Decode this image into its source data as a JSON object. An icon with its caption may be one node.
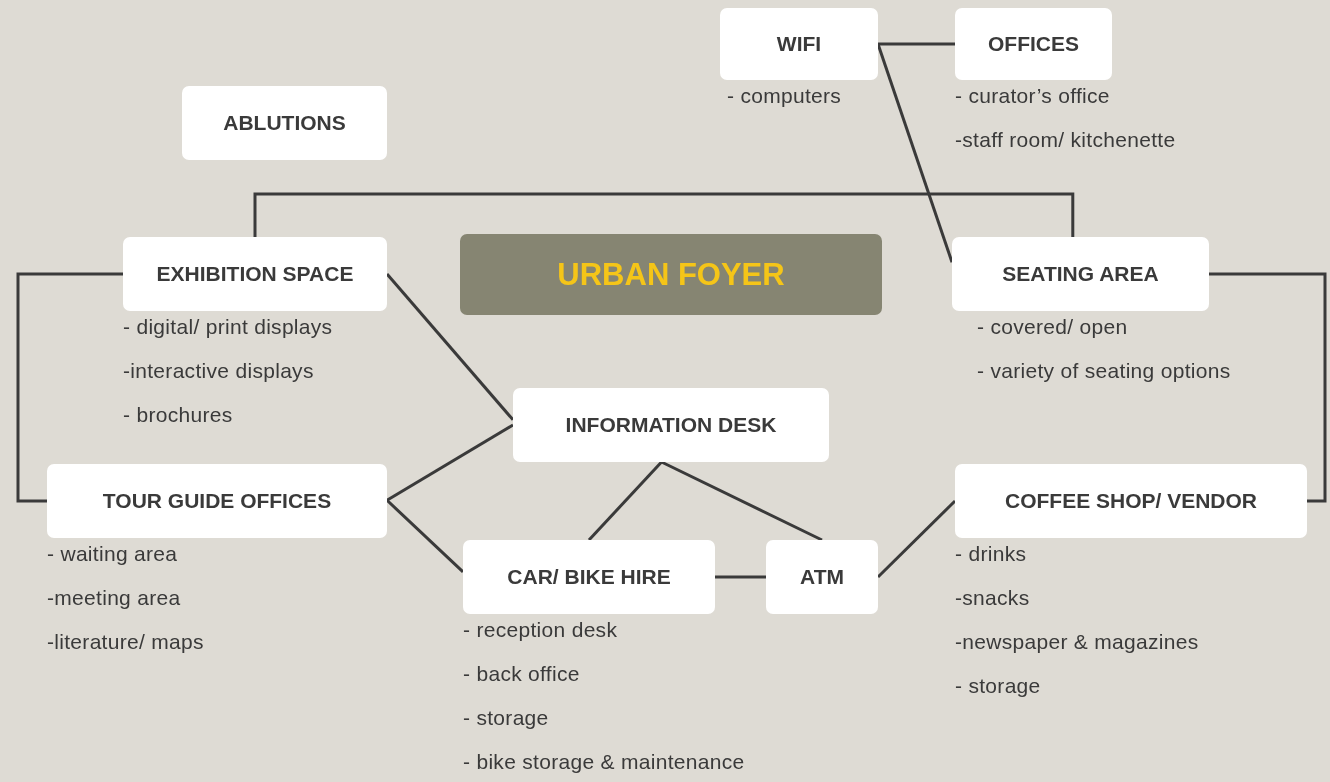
{
  "diagram": {
    "nodes": [
      {
        "text": [
          "WIFI"
        ],
        "beside": [
          "- computers"
        ]
      },
      {
        "text": [
          "OFFICES"
        ],
        "beside": [
          "- curator’s office",
          "-staff room/ kitchenette"
        ]
      },
      {
        "text": [
          "ABLUTIONS"
        ]
      },
      {
        "text": [
          "EXHIBITION SPACE"
        ],
        "beside": [
          "- digital/ print displays",
          "-interactive displays",
          "- brochures"
        ]
      },
      {
        "text": [
          "URBAN FOYER"
        ]
      },
      {
        "text": [
          "SEATING AREA"
        ],
        "beside": [
          "- covered/ open",
          "- variety of seating options"
        ]
      },
      {
        "text": [
          "INFORMATION DESK"
        ]
      },
      {
        "text": [
          "TOUR GUIDE OFFICES"
        ],
        "beside": [
          "- waiting area",
          "-meeting area",
          "-literature/ maps"
        ]
      },
      {
        "text": [
          "COFFEE SHOP/ VENDOR"
        ],
        "beside": [
          "- drinks",
          "-snacks",
          "-newspaper & magazines",
          "- storage"
        ]
      },
      {
        "text": [
          "CAR/ BIKE HIRE"
        ],
        "beside": [
          "- reception desk",
          "- back office",
          "- storage",
          "- bike storage & maintenance"
        ]
      },
      {
        "text": [
          "ATM"
        ]
      }
    ],
    "edges": [
      {
        "from": 0,
        "to": 1,
        "arrow": "none"
      },
      {
        "from": 0,
        "to": 5,
        "arrow": "none"
      },
      {
        "from": 3,
        "to": 5,
        "arrow": "none"
      },
      {
        "from": 3,
        "to": 7,
        "arrow": "none"
      },
      {
        "from": 5,
        "to": 8,
        "arrow": "none"
      },
      {
        "from": 3,
        "to": 6,
        "arrow": "none"
      },
      {
        "from": 7,
        "to": 6,
        "arrow": "none"
      },
      {
        "from": 7,
        "to": 9,
        "arrow": "none"
      },
      {
        "from": 6,
        "to": 9,
        "arrow": "none"
      },
      {
        "from": 6,
        "to": 10,
        "arrow": "none"
      },
      {
        "from": 9,
        "to": 10,
        "arrow": "none"
      },
      {
        "from": 10,
        "to": 8,
        "arrow": "none"
      }
    ]
  }
}
